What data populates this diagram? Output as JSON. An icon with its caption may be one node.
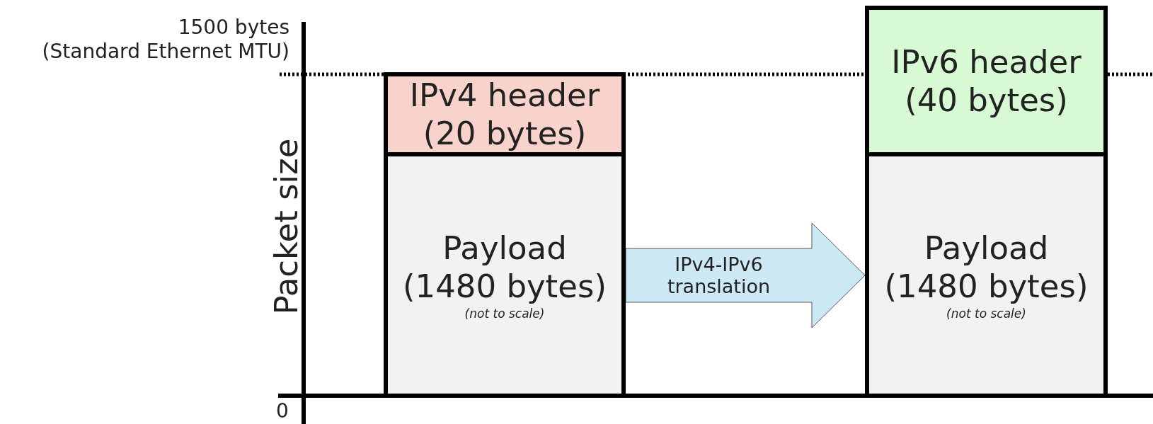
{
  "diagram": {
    "nodes": [
      {
        "text": [
          "IPv4 header (20 bytes)"
        ]
      },
      {
        "text": [
          "Payload (1480 bytes)",
          "(not to scale)"
        ]
      },
      {
        "text": [
          "IPv6 header (40 bytes)"
        ]
      },
      {
        "text": [
          "Payload (1480 bytes)",
          "(not to scale)"
        ]
      }
    ],
    "edges": [
      {
        "from": 1,
        "to": 3,
        "arrow": "to",
        "label": "IPv4-IPv6 translation",
        "style": "thick"
      }
    ],
    "labels": [
      "1500 bytes",
      "(Standard Ethernet MTU)",
      "Packet size",
      "0"
    ]
  }
}
